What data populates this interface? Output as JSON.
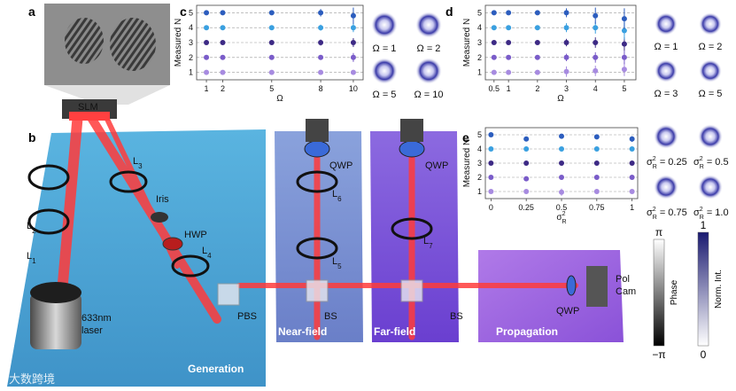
{
  "panel_labels": {
    "a": "a",
    "b": "b",
    "c": "c",
    "d": "d",
    "e": "e"
  },
  "setup": {
    "slm": "SLM",
    "laser_line1": "633nm",
    "laser_line2": "laser",
    "lenses": {
      "l1": "L",
      "l1_sub": "1",
      "l2": "L",
      "l2_sub": "2",
      "l3": "L",
      "l3_sub": "3",
      "l4": "L",
      "l4_sub": "4",
      "l5": "L",
      "l5_sub": "5",
      "l6": "L",
      "l6_sub": "6",
      "l7": "L",
      "l7_sub": "7"
    },
    "iris": "Iris",
    "hwp": "HWP",
    "pbs": "PBS",
    "bs1": "BS",
    "bs2": "BS",
    "qwp1": "QWP",
    "qwp2": "QWP",
    "qwp3": "QWP",
    "polcam_line1": "Pol",
    "polcam_line2": "Cam",
    "stages": {
      "generation": "Generation",
      "near": "Near-field",
      "far": "Far-field",
      "propagation": "Propagation"
    },
    "watermark": "大数跨境"
  },
  "colorbars": {
    "phase_label": "Phase",
    "phase_top": "π",
    "phase_bottom": "−π",
    "int_label": "Norm. Int.",
    "int_top": "1",
    "int_bottom": "0"
  },
  "insets": {
    "c": [
      "Ω = 1",
      "Ω = 2",
      "Ω = 5",
      "Ω = 10"
    ],
    "d": [
      "Ω = 1",
      "Ω = 2",
      "Ω = 3",
      "Ω = 5"
    ],
    "e_prefix": "σ",
    "e_sup": "2",
    "e_sub": "R",
    "e_values": [
      " = 0.25",
      " = 0.5",
      " = 0.75",
      " = 1.0"
    ]
  },
  "colors": {
    "n1": "#a78be0",
    "n2": "#7a5cc9",
    "n3": "#3d2a85",
    "n4": "#3aa0e0",
    "n5": "#2c5dbe",
    "beam": "#ff3b3b",
    "table_blue": "#4fa8d8",
    "near_blue": "#7a8fd0",
    "far_purple": "#7a52d8",
    "prop_purple": "#9a66e0"
  },
  "chart_data": [
    {
      "type": "scatter",
      "panel": "c",
      "xlabel": "Ω",
      "ylabel": "Measured N",
      "xticks": [
        1,
        2,
        5,
        8,
        10
      ],
      "yticks": [
        1,
        2,
        3,
        4,
        5
      ],
      "xlim": [
        0.4,
        10.6
      ],
      "ylim": [
        0.5,
        5.5
      ],
      "grid": true,
      "x": [
        1,
        2,
        5,
        8,
        10
      ],
      "series": [
        {
          "values": [
            1,
            1,
            1,
            1,
            1
          ],
          "err": [
            0,
            0,
            0,
            0.05,
            0.15
          ]
        },
        {
          "values": [
            2,
            2,
            2,
            2,
            2
          ],
          "err": [
            0,
            0,
            0,
            0.15,
            0.3
          ]
        },
        {
          "values": [
            3,
            3,
            3,
            3,
            3
          ],
          "err": [
            0,
            0,
            0,
            0.2,
            0.3
          ]
        },
        {
          "values": [
            4,
            4,
            4,
            4,
            4
          ],
          "err": [
            0,
            0,
            0,
            0.2,
            0.3
          ]
        },
        {
          "values": [
            5,
            5,
            5,
            5,
            4.8
          ],
          "err": [
            0,
            0,
            0,
            0.25,
            0.55
          ]
        }
      ]
    },
    {
      "type": "scatter",
      "panel": "d",
      "xlabel": "Ω",
      "ylabel": "Measured N",
      "xticks": [
        0.5,
        1,
        2,
        3,
        4,
        5
      ],
      "yticks": [
        1,
        2,
        3,
        4,
        5
      ],
      "xlim": [
        0.2,
        5.4
      ],
      "ylim": [
        0.5,
        5.5
      ],
      "grid": true,
      "x": [
        0.5,
        1,
        2,
        3,
        4,
        5
      ],
      "series": [
        {
          "values": [
            1,
            1,
            1,
            1.05,
            1.1,
            1.2
          ],
          "err": [
            0,
            0,
            0,
            0.35,
            0.35,
            0.45
          ]
        },
        {
          "values": [
            2,
            2,
            2,
            2,
            2,
            2
          ],
          "err": [
            0,
            0,
            0,
            0.25,
            0.35,
            0.45
          ]
        },
        {
          "values": [
            3,
            3,
            3,
            3,
            3,
            2.9
          ],
          "err": [
            0,
            0,
            0,
            0.25,
            0.35,
            0.45
          ]
        },
        {
          "values": [
            4,
            4,
            4,
            4,
            4,
            3.8
          ],
          "err": [
            0,
            0,
            0,
            0.3,
            0.4,
            0.6
          ]
        },
        {
          "values": [
            5,
            5,
            5,
            5,
            4.8,
            4.6
          ],
          "err": [
            0,
            0,
            0,
            0.3,
            0.55,
            0.7
          ]
        }
      ]
    },
    {
      "type": "scatter",
      "panel": "e",
      "xlabel": "σ²R",
      "ylabel": "Measured N",
      "xticks": [
        0,
        0.25,
        0.5,
        0.75,
        1
      ],
      "yticks": [
        1,
        2,
        3,
        4,
        5
      ],
      "xlim": [
        -0.04,
        1.04
      ],
      "ylim": [
        0.5,
        5.5
      ],
      "grid": true,
      "x": [
        0,
        0.25,
        0.5,
        0.75,
        1
      ],
      "series": [
        {
          "values": [
            1,
            1,
            0.95,
            1,
            1
          ],
          "err": [
            0,
            0.15,
            0.25,
            0.15,
            0.1
          ]
        },
        {
          "values": [
            2,
            1.9,
            2,
            2,
            2
          ],
          "err": [
            0,
            0.15,
            0.15,
            0.15,
            0.1
          ]
        },
        {
          "values": [
            3,
            3,
            3,
            3,
            3
          ],
          "err": [
            0,
            0.1,
            0.1,
            0.1,
            0.1
          ]
        },
        {
          "values": [
            4,
            4,
            4,
            4,
            4
          ],
          "err": [
            0,
            0.1,
            0.1,
            0.1,
            0.1
          ]
        },
        {
          "values": [
            5,
            4.7,
            4.9,
            4.85,
            4.7
          ],
          "err": [
            0,
            0.15,
            0.15,
            0.15,
            0.2
          ]
        }
      ]
    }
  ]
}
